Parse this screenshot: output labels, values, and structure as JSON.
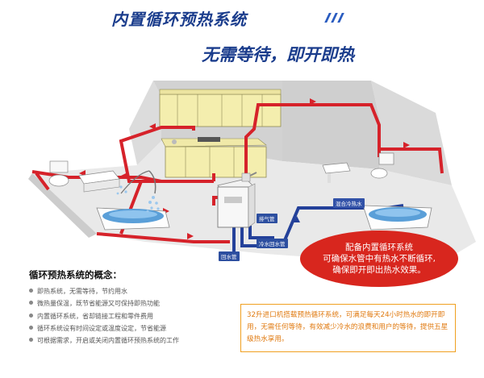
{
  "header": {
    "title": "内置循环预热系统",
    "subtitle": "无需等待，即开即热"
  },
  "diagram": {
    "labels": {
      "exhaust_pipe": "排气管",
      "cold_return_pipe": "冷水回水管",
      "return_pipe": "回水管",
      "mixed_hot_water": "混合冷热水"
    },
    "colors": {
      "hot_pipe": "#d6222a",
      "cold_pipe": "#24419a",
      "wall": "#d7d7d7",
      "floor": "#e6e6e6",
      "cabinet": "#f4eeae"
    }
  },
  "callout": {
    "lines": [
      "配备内置循环系统",
      "可确保水管中有热水不断循环,",
      "确保即开即出热水效果。"
    ]
  },
  "concept": {
    "heading": "循环预热系统的概念：",
    "items": [
      "即热系统，无需等待，节约用水",
      "微热量保温，既节省能源又可保持即热功能",
      "内置循环系统，省却链接工程和零件费用",
      "循环系统设有时间设定或温度设定，节省能源",
      "可根据需求，开启或关闭内置循环预热系统的工作"
    ]
  },
  "info_box": {
    "text": "32升进口机搭载预热循环系统，可满足每天24小时热水的即开即用，无需任何等待，有效减少冷水的浪费和用户的等待，提供五星级热水享用。"
  }
}
